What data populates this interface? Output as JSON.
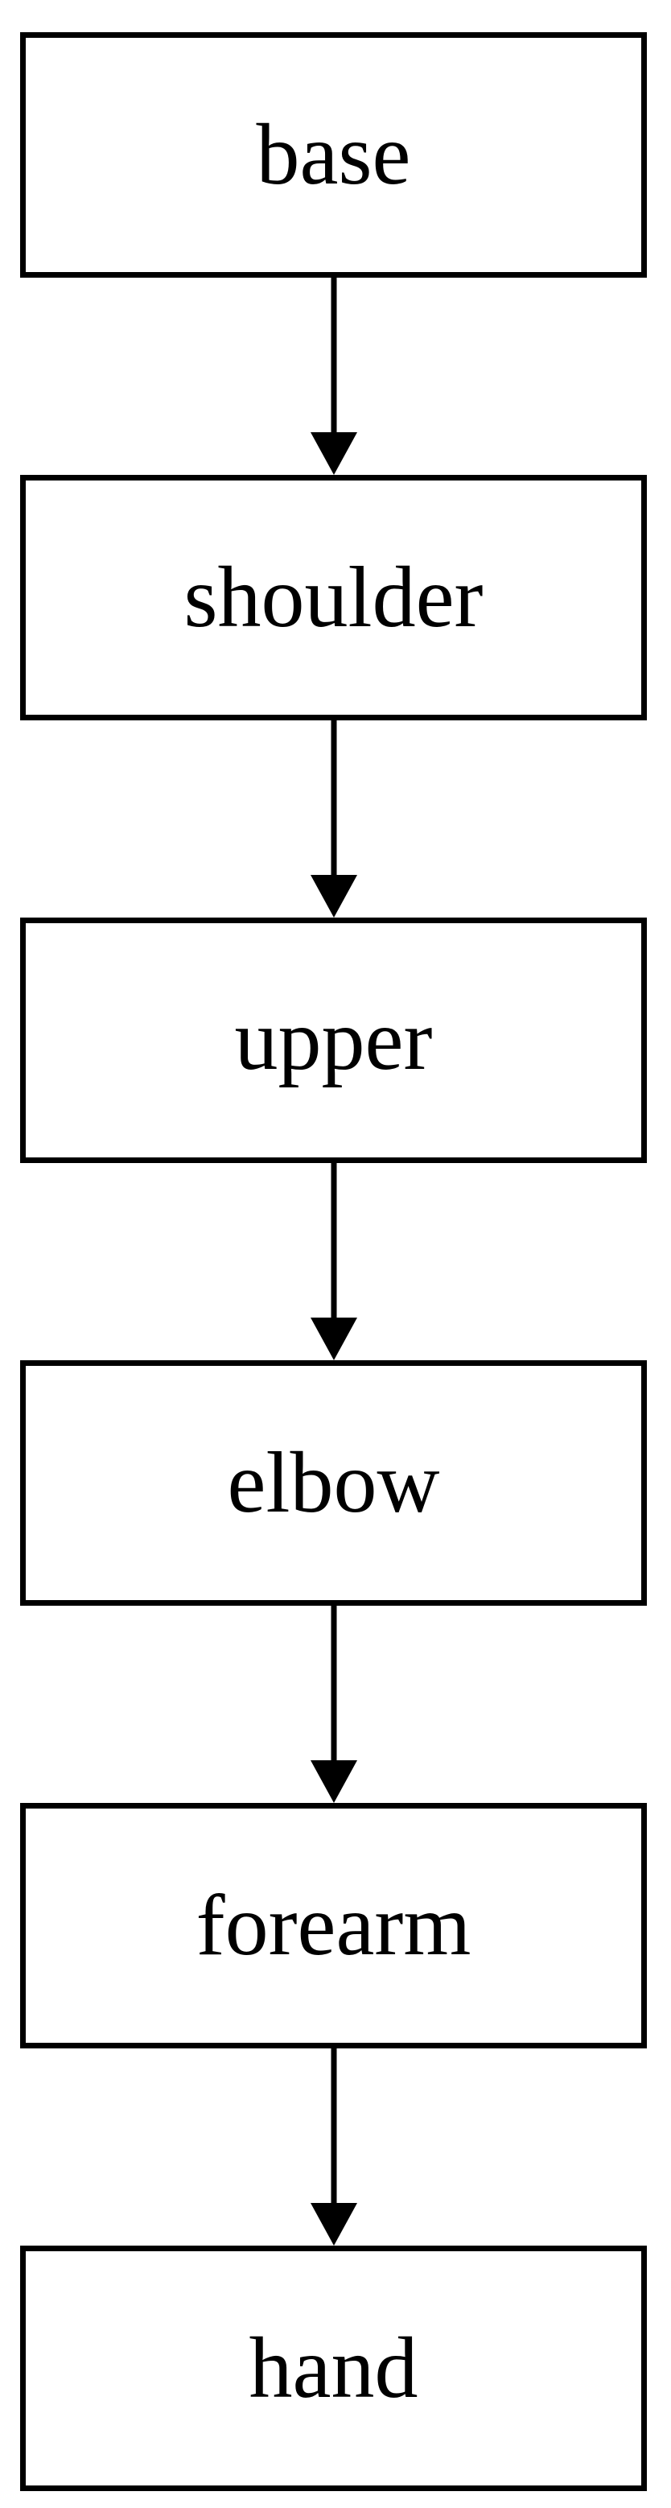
{
  "diagram": {
    "type": "flowchart",
    "orientation": "top-to-bottom",
    "background_color": "#ffffff",
    "node_border_color": "#000000",
    "node_fill_color": "#ffffff",
    "edge_color": "#000000",
    "nodes": [
      {
        "id": "base",
        "label": "base"
      },
      {
        "id": "shoulder",
        "label": "shoulder"
      },
      {
        "id": "upper",
        "label": "upper"
      },
      {
        "id": "elbow",
        "label": "elbow"
      },
      {
        "id": "forearm",
        "label": "forearm"
      },
      {
        "id": "hand",
        "label": "hand"
      }
    ],
    "edges": [
      {
        "from": "base",
        "to": "shoulder",
        "arrowhead": "filled-triangle-down"
      },
      {
        "from": "shoulder",
        "to": "upper",
        "arrowhead": "filled-triangle-down"
      },
      {
        "from": "upper",
        "to": "elbow",
        "arrowhead": "filled-triangle-down"
      },
      {
        "from": "elbow",
        "to": "forearm",
        "arrowhead": "filled-triangle-down"
      },
      {
        "from": "forearm",
        "to": "hand",
        "arrowhead": "filled-triangle-down"
      }
    ]
  }
}
